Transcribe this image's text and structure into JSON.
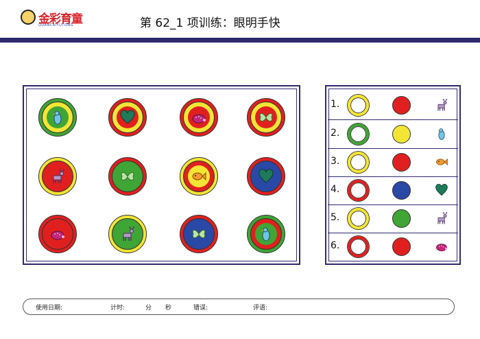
{
  "header": {
    "logo_text": "金彩育童",
    "logo_sub": "QUANCAIYUTONG",
    "title": "第 62_1 项训练：眼明手快"
  },
  "colors": {
    "red": "#e0201f",
    "green": "#3fa535",
    "yellow": "#f3e534",
    "blue": "#2a48a6",
    "navy": "#2e2a6e"
  },
  "grid": [
    {
      "outer": "green",
      "ring": "yellow",
      "core": "green",
      "icon": "penguin-icon"
    },
    {
      "outer": "red",
      "ring": "yellow",
      "core": "red",
      "icon": "heart-icon"
    },
    {
      "outer": "red",
      "ring": "yellow",
      "core": "red",
      "icon": "hedgehog-icon"
    },
    {
      "outer": "red",
      "ring": "yellow",
      "core": "red",
      "icon": "butterfly-icon"
    },
    {
      "outer": "yellow",
      "ring": "red",
      "core": "red",
      "icon": "deer-icon"
    },
    {
      "outer": "red",
      "ring": "green",
      "core": "green",
      "icon": "butterfly-icon"
    },
    {
      "outer": "yellow",
      "ring": "red",
      "core": "yellow",
      "icon": "fish-icon"
    },
    {
      "outer": "red",
      "ring": "blue",
      "core": "blue",
      "icon": "heart-icon"
    },
    {
      "outer": "red",
      "ring": "red",
      "core": "red",
      "icon": "hedgehog-icon"
    },
    {
      "outer": "yellow",
      "ring": "green",
      "core": "green",
      "icon": "deer-icon"
    },
    {
      "outer": "red",
      "ring": "blue",
      "core": "blue",
      "icon": "butterfly-icon"
    },
    {
      "outer": "green",
      "ring": "red",
      "core": "green",
      "icon": "penguin-icon"
    }
  ],
  "legend": [
    {
      "num": "1.",
      "ring": "yellow",
      "dot": "red",
      "icon": "deer-icon"
    },
    {
      "num": "2.",
      "ring": "green",
      "dot": "yellow",
      "icon": "penguin-icon"
    },
    {
      "num": "3.",
      "ring": "yellow",
      "dot": "red",
      "icon": "fish-icon"
    },
    {
      "num": "4.",
      "ring": "red",
      "dot": "blue",
      "icon": "heart-icon"
    },
    {
      "num": "5.",
      "ring": "yellow",
      "dot": "green",
      "icon": "deer-icon"
    },
    {
      "num": "6.",
      "ring": "red",
      "dot": "red",
      "icon": "hedgehog-icon"
    }
  ],
  "footer": {
    "date_label": "使用日期:",
    "time_label": "计时:",
    "minute_label": "分",
    "second_label": "秒",
    "error_label": "错误:",
    "comment_label": "评语:"
  }
}
